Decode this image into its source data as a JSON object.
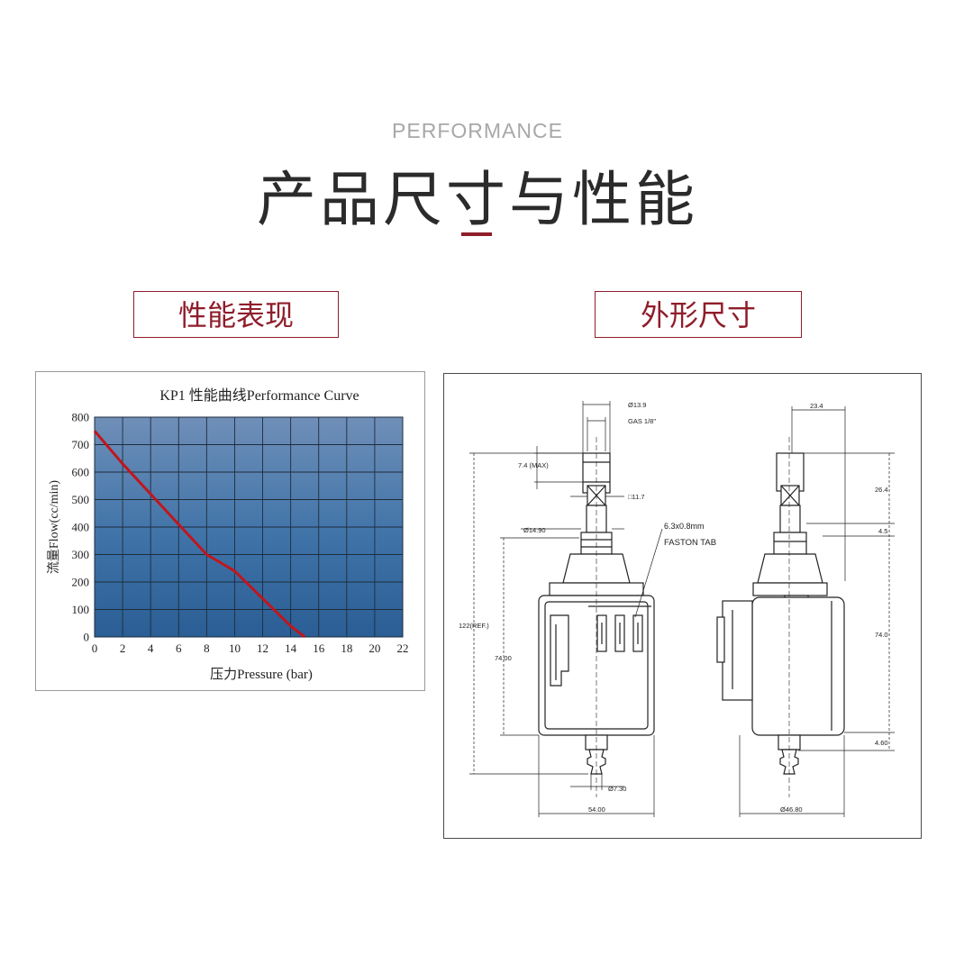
{
  "header": {
    "eyebrow": "PERFORMANCE",
    "title": "产品尺寸与性能",
    "accent_color": "#8f1d2a"
  },
  "sections": {
    "performance_label": "性能表现",
    "dimensions_label": "外形尺寸"
  },
  "chart_data": {
    "type": "line",
    "title": "KP1 性能曲线Performance Curve",
    "xlabel": "压力Pressure (bar)",
    "ylabel": "流量Flow(cc/min)",
    "x_ticks": [
      "0",
      "2",
      "4",
      "6",
      "8",
      "10",
      "12",
      "14",
      "16",
      "18",
      "20",
      "22"
    ],
    "y_ticks": [
      "0",
      "100",
      "200",
      "300",
      "400",
      "500",
      "600",
      "700",
      "800"
    ],
    "xlim": [
      0,
      22
    ],
    "ylim": [
      0,
      800
    ],
    "grid": true,
    "background_gradient": [
      "#6f8fb8",
      "#2a5e94"
    ],
    "series": [
      {
        "color": "#c0161c",
        "x": [
          0,
          2,
          4,
          6,
          8,
          10,
          12,
          14,
          15
        ],
        "y": [
          750,
          630,
          520,
          410,
          300,
          240,
          140,
          40,
          0
        ]
      }
    ]
  },
  "drawing": {
    "labels": {
      "d13_9": "Ø13.9",
      "gas": "GAS 1/8\"",
      "max74": "7.4 (MAX)",
      "sq11_7": "□11.7",
      "d14_90": "Ø14.90",
      "faston_size": "6.3x0.8mm",
      "faston_tab": "FASTON TAB",
      "ref122": "122(REF.)",
      "h74_left": "74.00",
      "d7_30": "Ø7.30",
      "w54": "54.00",
      "w23_4": "23.4",
      "h26_4": "26.4",
      "h4_5": "4.5",
      "h74_right": "74.0",
      "h4_60": "4.60",
      "d46_80": "Ø46.80"
    }
  }
}
